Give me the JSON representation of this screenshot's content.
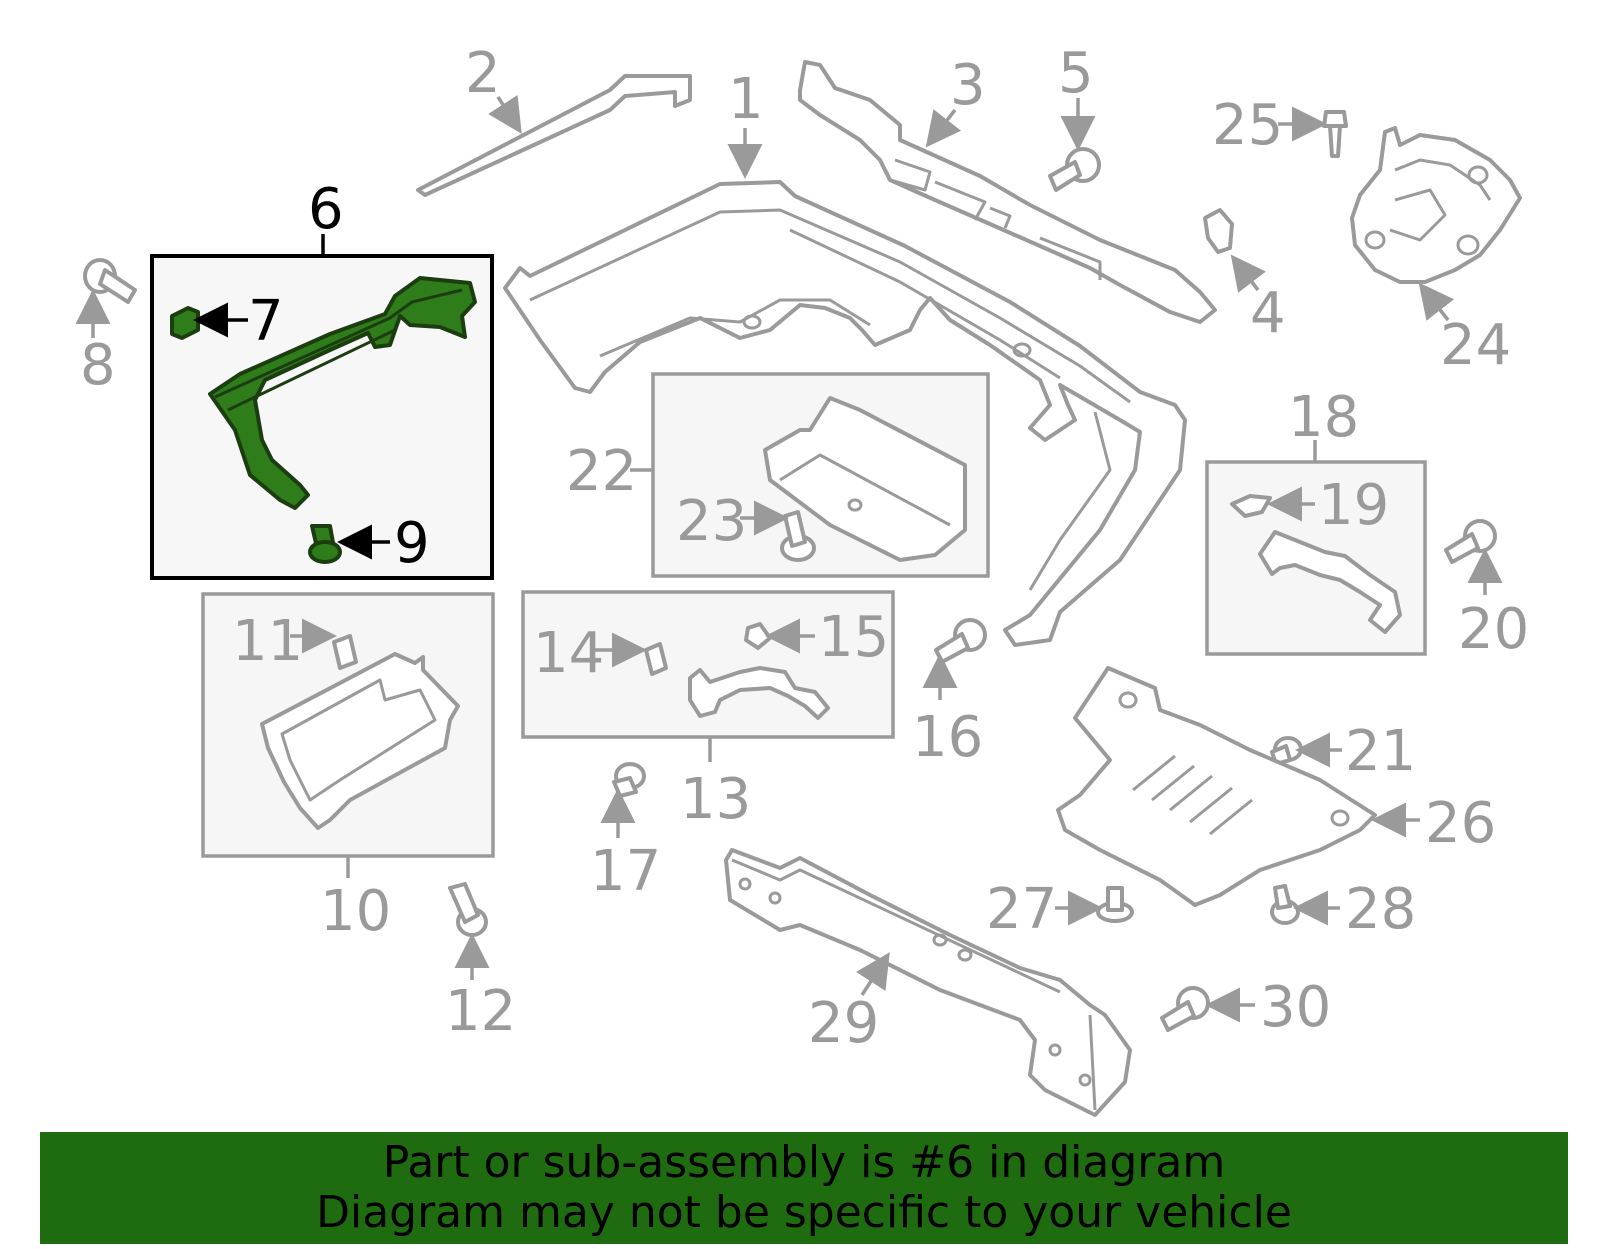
{
  "banner": {
    "line1": "Part or sub-assembly is #6 in diagram",
    "line2": "Diagram may not be specific to your vehicle"
  },
  "colors": {
    "highlight": "#2e7d1a",
    "banner": "#1e6b10",
    "line": "#9a9a9a"
  },
  "callouts": {
    "c1": "1",
    "c2": "2",
    "c3": "3",
    "c4": "4",
    "c5": "5",
    "c6": "6",
    "c7": "7",
    "c8": "8",
    "c9": "9",
    "c10": "10",
    "c11": "11",
    "c12": "12",
    "c13": "13",
    "c14": "14",
    "c15": "15",
    "c16": "16",
    "c17": "17",
    "c18": "18",
    "c19": "19",
    "c20": "20",
    "c21": "21",
    "c22": "22",
    "c23": "23",
    "c24": "24",
    "c25": "25",
    "c26": "26",
    "c27": "27",
    "c28": "28",
    "c29": "29",
    "c30": "30"
  }
}
